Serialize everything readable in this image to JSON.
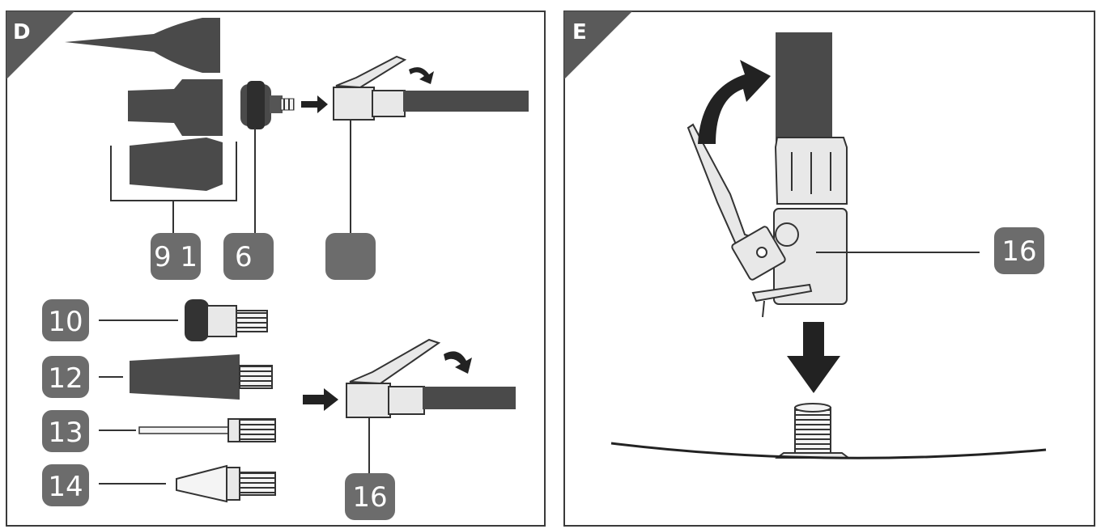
{
  "panels": [
    {
      "letter": "D"
    },
    {
      "letter": "E"
    }
  ],
  "labels": {
    "top_a": "9 1",
    "top_b": "6",
    "top_c": "",
    "n10": "10",
    "n12": "12",
    "n13": "13",
    "n14": "14",
    "d16": "16",
    "e16": "16"
  },
  "colors": {
    "frame": "#3a3a3a",
    "dark_part": "#4a4a4a",
    "badge": "#6c6c6c",
    "metal": "#e8e8e8"
  }
}
